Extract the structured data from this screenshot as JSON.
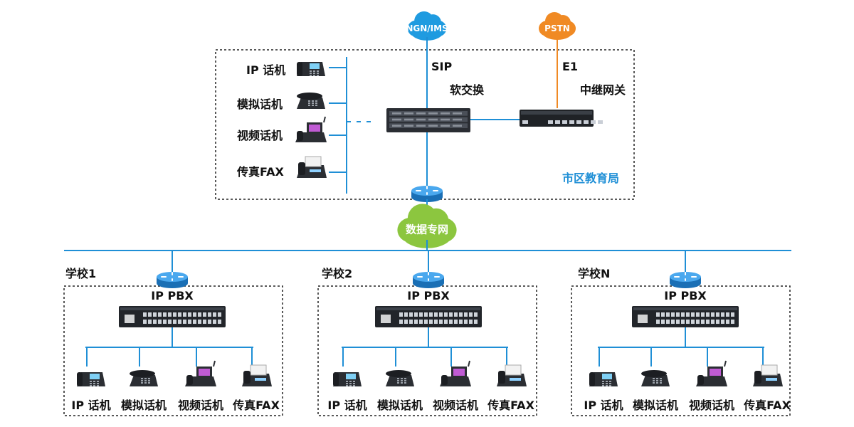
{
  "clouds": {
    "ngn_ims": "NGN/IMS",
    "pstn": "PSTN",
    "data_network": "数据专网"
  },
  "links": {
    "sip": "SIP",
    "e1": "E1"
  },
  "city_bureau": {
    "title": "市区教育局",
    "softswitch": "软交换",
    "trunk_gateway": "中继网关",
    "phones": [
      "IP 话机",
      "模拟话机",
      "视频话机",
      "传真FAX"
    ]
  },
  "schools": [
    {
      "name": "学校1",
      "pbx": "IP PBX",
      "phones": [
        "IP 话机",
        "模拟话机",
        "视频话机",
        "传真FAX"
      ]
    },
    {
      "name": "学校2",
      "pbx": "IP PBX",
      "phones": [
        "IP 话机",
        "模拟话机",
        "视频话机",
        "传真FAX"
      ]
    },
    {
      "name": "学校N",
      "pbx": "IP PBX",
      "phones": [
        "IP 话机",
        "模拟话机",
        "视频话机",
        "传真FAX"
      ]
    }
  ],
  "colors": {
    "line_blue": "#1f8fd6",
    "cloud_blue": "#1f9be0",
    "cloud_orange": "#f08a24",
    "cloud_green": "#8cc63f",
    "router_blue": "#2b8fe0"
  }
}
